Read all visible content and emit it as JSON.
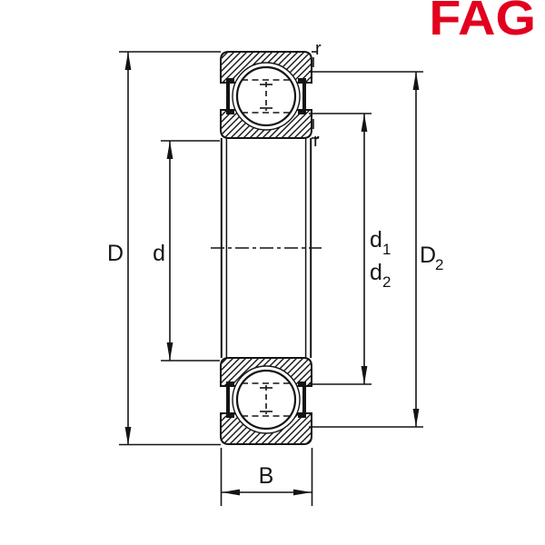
{
  "logo": {
    "text": "FAG",
    "color": "#E2001E"
  },
  "drawing": {
    "description": "Deep groove ball bearing cross-section, shielded both sides",
    "line_color": "#141414",
    "background_color": "#ffffff",
    "dimensions": {
      "outer_diameter": "D",
      "bore_diameter": "d",
      "d1": {
        "base": "d",
        "sub": "1"
      },
      "d2": {
        "base": "d",
        "sub": "2"
      },
      "D2": {
        "base": "D",
        "sub": "2"
      },
      "width": "B",
      "chamfer_top": "r",
      "chamfer_bottom": "r"
    }
  }
}
